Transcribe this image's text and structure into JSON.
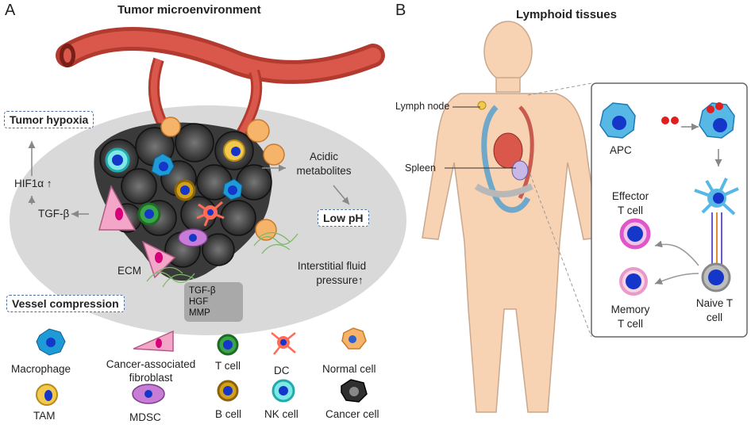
{
  "panel_a": {
    "letter": "A",
    "title": "Tumor microenvironment",
    "tumor_hypoxia": "Tumor hypoxia",
    "hif1a": "HIF1α ↑",
    "tgf_beta": "TGF-β",
    "acidic_line1": "Acidic",
    "acidic_line2": "metabolites",
    "low_ph": "Low pH",
    "ecm": "ECM",
    "interstitial_line1": "Interstitial fluid",
    "interstitial_line2": "pressure↑",
    "vessel_compression": "Vessel compression",
    "secreted": [
      "TGF-β",
      "HGF",
      "MMP"
    ]
  },
  "legend": {
    "macrophage": "Macrophage",
    "caf_line1": "Cancer-associated",
    "caf_line2": "fibroblast",
    "t_cell": "T cell",
    "dc": "DC",
    "normal_cell": "Normal cell",
    "tam": "TAM",
    "mdsc": "MDSC",
    "b_cell": "B cell",
    "nk_cell": "NK cell",
    "cancer_cell": "Cancer cell"
  },
  "panel_b": {
    "letter": "B",
    "title": "Lymphoid tissues",
    "lymph_node": "Lymph node",
    "spleen": "Spleen",
    "apc": "APC",
    "effector_line1": "Effector",
    "effector_line2": "T cell",
    "memory_line1": "Memory",
    "memory_line2": "T cell",
    "naive_line1": "Naive T",
    "naive_line2": "cell"
  },
  "colors": {
    "tme_background": "#d9d9d9",
    "vessel": "#c0392b",
    "macrophage": "#1e9bd7",
    "nucleus": "#1436c9",
    "tam": "#f2c94c",
    "caf": "#f4a6c8",
    "mdsc": "#c77dd6",
    "dc": "#ff6b57",
    "t_cell_ring": "#2f7d32",
    "b_cell_ring": "#b8860b",
    "nk_cell_ring": "#35c9c9",
    "body_skin": "#f7d2b3",
    "effector_ring": "#e055c8",
    "memory_ring": "#e89ac8",
    "naive_ring": "#9a9a9a",
    "antigen": "#e01f1f"
  }
}
